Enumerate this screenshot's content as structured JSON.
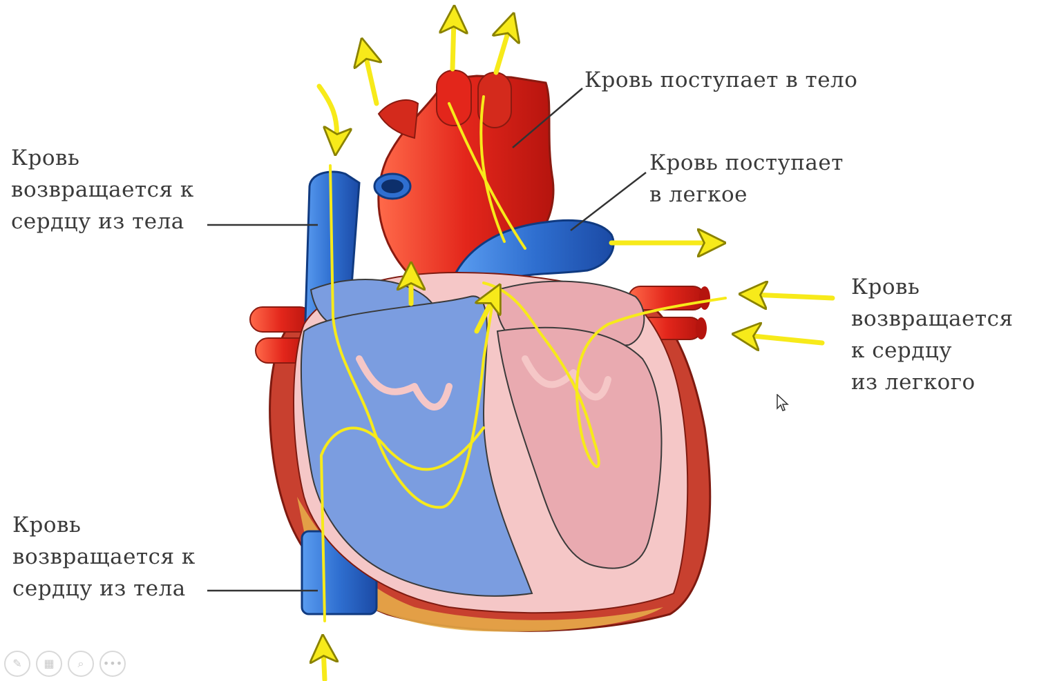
{
  "labels": {
    "svc_top": [
      "Кровь",
      "возвращается к",
      "сердцу из тела"
    ],
    "ivc_bottom": [
      "Кровь",
      "возвращается к",
      "сердцу из тела"
    ],
    "aorta": [
      "Кровь поступает в тело"
    ],
    "pulmonary_artery": [
      "Кровь поступает",
      "в легкое"
    ],
    "pulmonary_veins": [
      "Кровь",
      "возвращается",
      "к сердцу",
      "из легкого"
    ]
  },
  "toolbar": {
    "buttons": [
      {
        "icon": "pen-icon",
        "glyph": "✎"
      },
      {
        "icon": "slides-icon",
        "glyph": "▦"
      },
      {
        "icon": "zoom-icon",
        "glyph": "⌕"
      },
      {
        "icon": "more-icon",
        "glyph": "•••"
      }
    ]
  },
  "colors": {
    "arrow_yellow": "#f7ea1a",
    "artery_red": "#e3261b",
    "vein_blue": "#2f6fd0",
    "right_chamber_blue": "#7b9de0",
    "left_chamber_pink": "#e9aab0",
    "wall_pink": "#f5c7c7",
    "label_text": "#3a3a3a"
  }
}
